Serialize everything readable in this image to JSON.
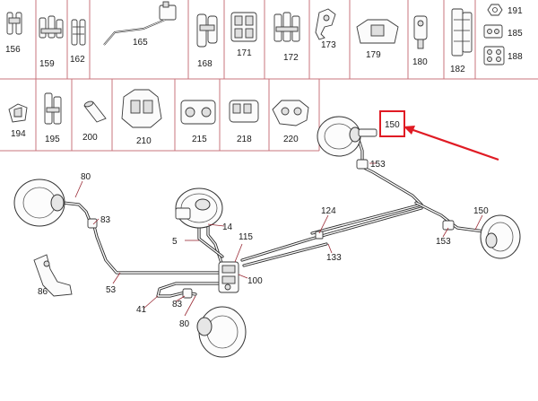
{
  "catalog": {
    "row1": [
      {
        "id": "156",
        "label": "156"
      },
      {
        "id": "159",
        "label": "159"
      },
      {
        "id": "162",
        "label": "162"
      },
      {
        "id": "165",
        "label": "165"
      },
      {
        "id": "168",
        "label": "168"
      },
      {
        "id": "171",
        "label": "171"
      },
      {
        "id": "172",
        "label": "172"
      },
      {
        "id": "173",
        "label": "173"
      },
      {
        "id": "179",
        "label": "179"
      },
      {
        "id": "180",
        "label": "180"
      },
      {
        "id": "182",
        "label": "182"
      }
    ],
    "side": [
      {
        "id": "191",
        "label": "191"
      },
      {
        "id": "185",
        "label": "185"
      },
      {
        "id": "188",
        "label": "188"
      }
    ],
    "row2": [
      {
        "id": "194",
        "label": "194"
      },
      {
        "id": "195",
        "label": "195"
      },
      {
        "id": "200",
        "label": "200"
      },
      {
        "id": "210",
        "label": "210"
      },
      {
        "id": "215",
        "label": "215"
      },
      {
        "id": "218",
        "label": "218"
      },
      {
        "id": "220",
        "label": "220"
      }
    ]
  },
  "diagram": {
    "labels": {
      "l150_top": "150",
      "l153_top": "153",
      "l80_left": "80",
      "l83_left": "83",
      "l14": "14",
      "l5": "5",
      "l115": "115",
      "l124": "124",
      "l150_right": "150",
      "l153_right": "153",
      "l133": "133",
      "l86": "86",
      "l53": "53",
      "l100": "100",
      "l41": "41",
      "l83_bottom": "83",
      "l80_bottom": "80"
    },
    "highlight": {
      "target": "150",
      "color": "#e01b24"
    }
  }
}
